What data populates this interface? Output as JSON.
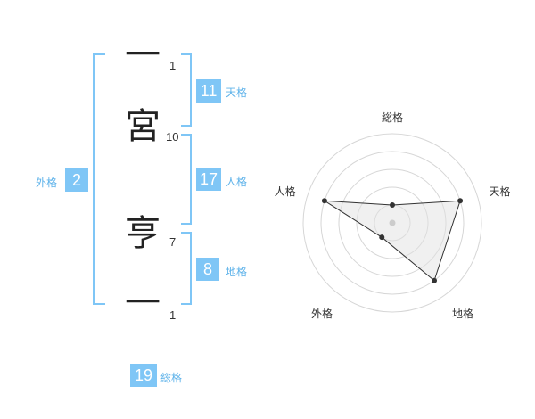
{
  "characters": [
    {
      "char": "一",
      "strokes": "1"
    },
    {
      "char": "宮",
      "strokes": "10"
    },
    {
      "char": "亨",
      "strokes": "7"
    },
    {
      "char": "一",
      "strokes": "1"
    }
  ],
  "kaku": {
    "tenkaku": {
      "value": "11",
      "label": "天格"
    },
    "jinkaku": {
      "value": "17",
      "label": "人格"
    },
    "chikaku": {
      "value": "8",
      "label": "地格"
    },
    "gaikaku": {
      "value": "2",
      "label": "外格"
    },
    "soukaku": {
      "value": "19",
      "label": "総格"
    }
  },
  "colors": {
    "accent": "#7fc6f6",
    "label": "#5fb3ea"
  },
  "chart_data": {
    "type": "radar",
    "axes": [
      "総格",
      "天格",
      "地格",
      "外格",
      "人格"
    ],
    "values": [
      1,
      4,
      4,
      1,
      4
    ],
    "rlim": [
      0,
      5
    ],
    "rings": 5
  }
}
